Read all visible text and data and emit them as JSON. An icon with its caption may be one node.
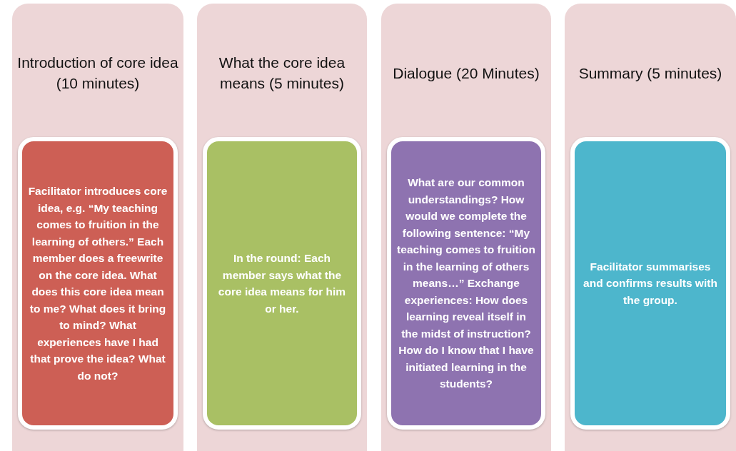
{
  "diagram": {
    "nodes": [
      {
        "text": [
          "Introduction of core idea (10 minutes)"
        ]
      },
      {
        "text": [
          "Facilitator introduces core idea, e.g. “My teaching comes to fruition in the learning of others.” Each member does a freewrite on the core idea. What does this core idea mean to me? What does it bring to mind? What experiences have I had that prove the idea? What do not?"
        ],
        "in": 0
      },
      {
        "text": [
          "What the core idea means (5 minutes)"
        ]
      },
      {
        "text": [
          "In the round: Each member says what the core idea means for him or her."
        ],
        "in": 2
      },
      {
        "text": [
          "Dialogue (20 Minutes)"
        ]
      },
      {
        "text": [
          "What are our common understandings? How would we complete the following sentence: “My teaching comes to fruition in the learning of others means…” Exchange experiences: How does learning reveal itself in the midst of instruction? How do I know that I have initiated learning in the students?"
        ],
        "in": 4
      },
      {
        "text": [
          "Summary (5 minutes)"
        ]
      },
      {
        "text": [
          "Facilitator summarises and confirms results with the group."
        ],
        "in": 6
      }
    ]
  }
}
